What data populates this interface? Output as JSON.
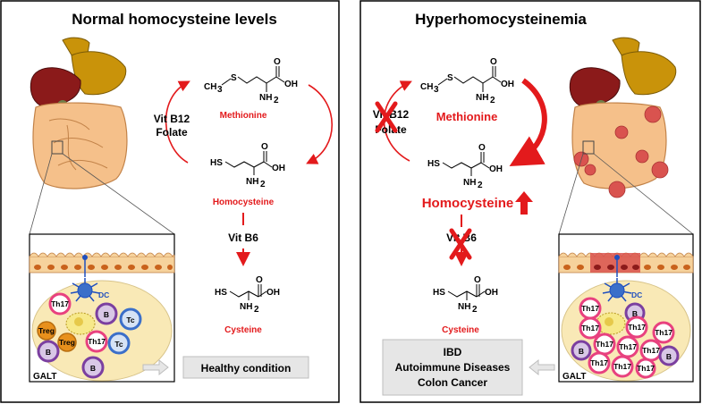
{
  "left_panel": {
    "title": "Normal homocysteine levels",
    "vit_b12": "Vit B12",
    "folate": "Folate",
    "vit_b6": "Vit B6",
    "methionine": "Methionine",
    "homocysteine": "Homocysteine",
    "cysteine": "Cysteine",
    "dc": "DC",
    "galt": "GALT",
    "outcome": "Healthy condition",
    "cells": [
      "Th17",
      "B",
      "Tc",
      "Treg",
      "Treg",
      "Th17",
      "Tc",
      "B",
      "B"
    ]
  },
  "right_panel": {
    "title": "Hyperhomocysteinemia",
    "vit_b12": "Vit B12",
    "folate": "Folate",
    "vit_b6": "Vit B6",
    "methionine": "Methionine",
    "homocysteine": "Homocysteine",
    "cysteine": "Cysteine",
    "dc": "DC",
    "galt": "GALT",
    "outcome_line1": "IBD",
    "outcome_line2": "Autoimmune Diseases",
    "outcome_line3": "Colon Cancer",
    "cells": [
      "Th17",
      "B",
      "Th17",
      "Th17",
      "Th17",
      "Th17",
      "Th17",
      "Th17",
      "B",
      "Th17",
      "Th17",
      "Th17",
      "B"
    ]
  },
  "chemistry": {
    "s": "S",
    "ch3": "CH",
    "ch3_sub": "3",
    "nh2": "NH",
    "nh2_sub": "2",
    "oh": "OH",
    "o": "O",
    "hs": "HS"
  },
  "colors": {
    "accent_red": "#e31a1c",
    "panel_border": "#000000",
    "liver": "#8b1a1a",
    "stomach": "#c9930a",
    "intestine": "#f5c08a",
    "inflamed": "#d9534f",
    "galt_bg": "#f9e9b6",
    "dc": "#1f4fbf",
    "b_cell": "#7b3fa0",
    "tc_cell": "#3b6fc9",
    "th17_cell": "#e8417f",
    "treg_cell": "#e8901c",
    "outcome_box": "#e6e6e6"
  }
}
